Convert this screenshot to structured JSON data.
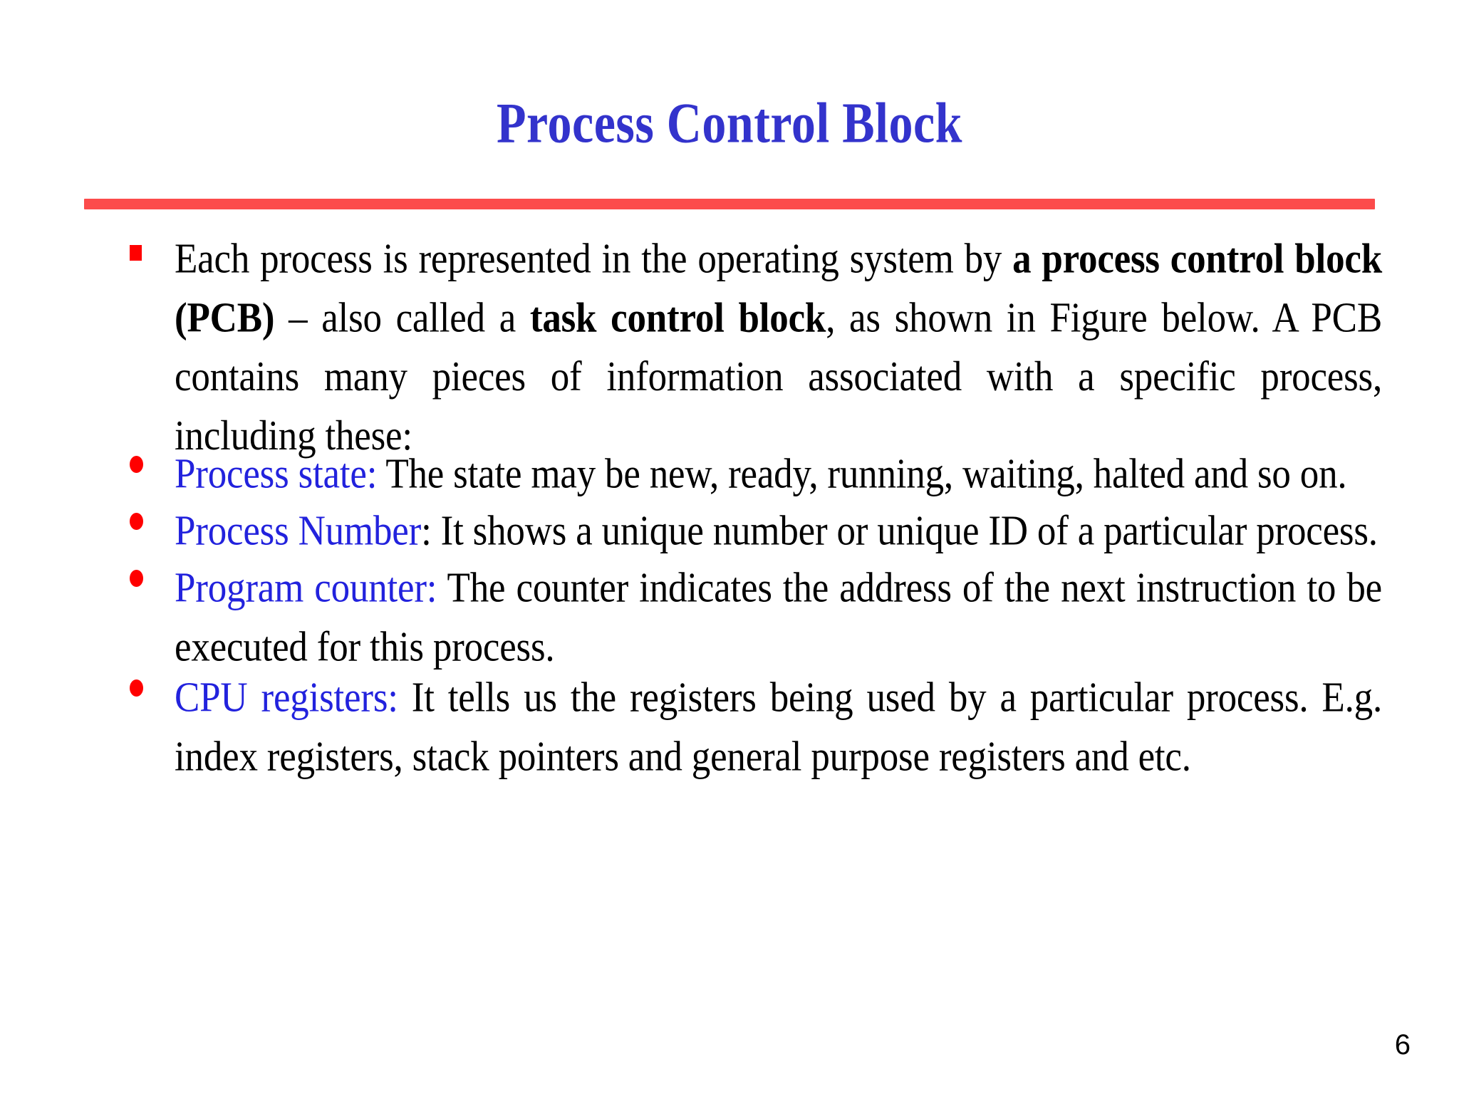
{
  "slide": {
    "title": "Process Control Block",
    "page_number": "6",
    "accent_rule_color": "#fc4b4b",
    "title_color": "#3333cc",
    "highlight_color": "#2222dd",
    "marker_color": "#ff0000"
  },
  "bullets": [
    {
      "marker": "red-square",
      "segments": [
        {
          "text": "Each process is represented in the operating system by ",
          "style": "normal"
        },
        {
          "text": "a process control block (PCB)",
          "style": "bold"
        },
        {
          "text": " – also called a ",
          "style": "normal"
        },
        {
          "text": "task control block",
          "style": "bold"
        },
        {
          "text": ", as shown in Figure below. A PCB contains many pieces of information associated with a specific process, including these:",
          "style": "normal"
        }
      ]
    },
    {
      "marker": "red-dot",
      "segments": [
        {
          "text": "Process state:",
          "style": "blue"
        },
        {
          "text": " The state may be new, ready, running, waiting, halted and so on.",
          "style": "normal"
        }
      ]
    },
    {
      "marker": "red-dot",
      "segments": [
        {
          "text": "Process Number",
          "style": "blue"
        },
        {
          "text": ": It shows a unique number or unique ID  of a particular process.",
          "style": "normal"
        }
      ]
    },
    {
      "marker": "red-dot",
      "segments": [
        {
          "text": "Program counter:",
          "style": "blue"
        },
        {
          "text": " The counter indicates the address of the next instruction to be executed for this process.",
          "style": "normal"
        }
      ]
    },
    {
      "marker": "red-dot",
      "segments": [
        {
          "text": "CPU registers:",
          "style": "blue"
        },
        {
          "text": " It tells us the registers being used by a particular process. E.g. index registers, stack pointers and general purpose registers and etc.",
          "style": "normal"
        }
      ]
    }
  ]
}
